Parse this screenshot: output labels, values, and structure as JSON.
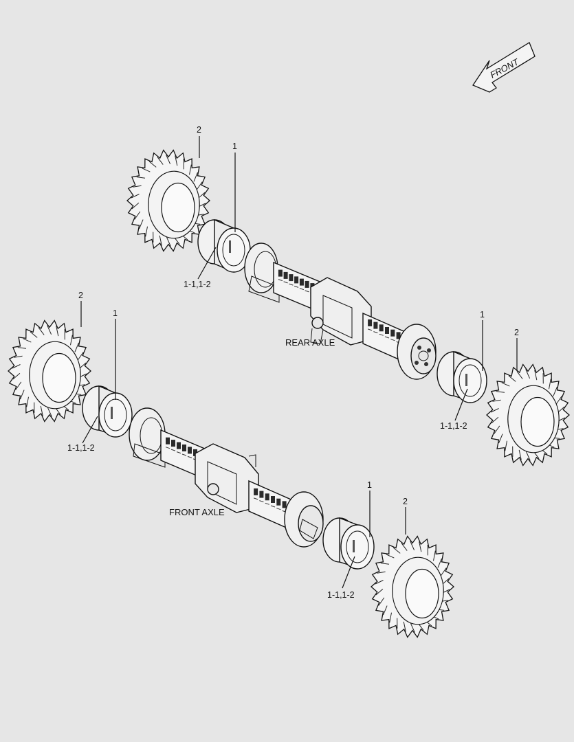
{
  "front_arrow": {
    "label": "FRONT"
  },
  "labels": {
    "rear_axle": "REAR AXLE",
    "front_axle": "FRONT AXLE",
    "callouts": [
      {
        "id": "rear-left-tire",
        "text": "2"
      },
      {
        "id": "rear-left-rim",
        "text": "1"
      },
      {
        "id": "rear-left-rim-parts",
        "text": "1-1,1-2"
      },
      {
        "id": "rear-right-rim",
        "text": "1"
      },
      {
        "id": "rear-right-tire",
        "text": "2"
      },
      {
        "id": "rear-right-rim-parts",
        "text": "1-1,1-2"
      },
      {
        "id": "front-left-tire",
        "text": "2"
      },
      {
        "id": "front-left-rim",
        "text": "1"
      },
      {
        "id": "front-left-rim-parts",
        "text": "1-1,1-2"
      },
      {
        "id": "front-right-rim",
        "text": "1"
      },
      {
        "id": "front-right-tire",
        "text": "2"
      },
      {
        "id": "front-right-rim-parts",
        "text": "1-1,1-2"
      }
    ]
  }
}
